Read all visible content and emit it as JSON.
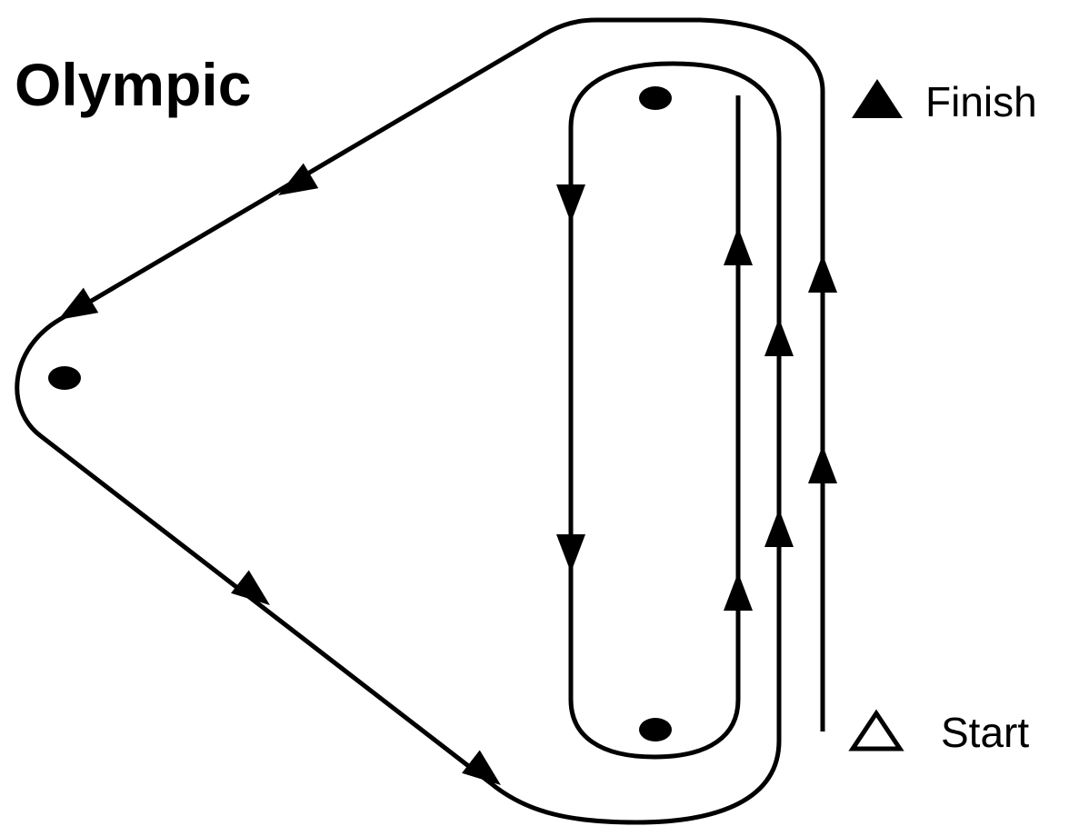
{
  "title": "Olympic",
  "labels": {
    "finish": "Finish",
    "start": "Start"
  },
  "legend": {
    "finish_icon": "filled-triangle",
    "start_icon": "outline-triangle"
  },
  "marks": {
    "mark_icon": "filled-dot",
    "direction_icon": "arrowhead"
  },
  "colors": {
    "ink": "#000000",
    "background": "#ffffff"
  }
}
